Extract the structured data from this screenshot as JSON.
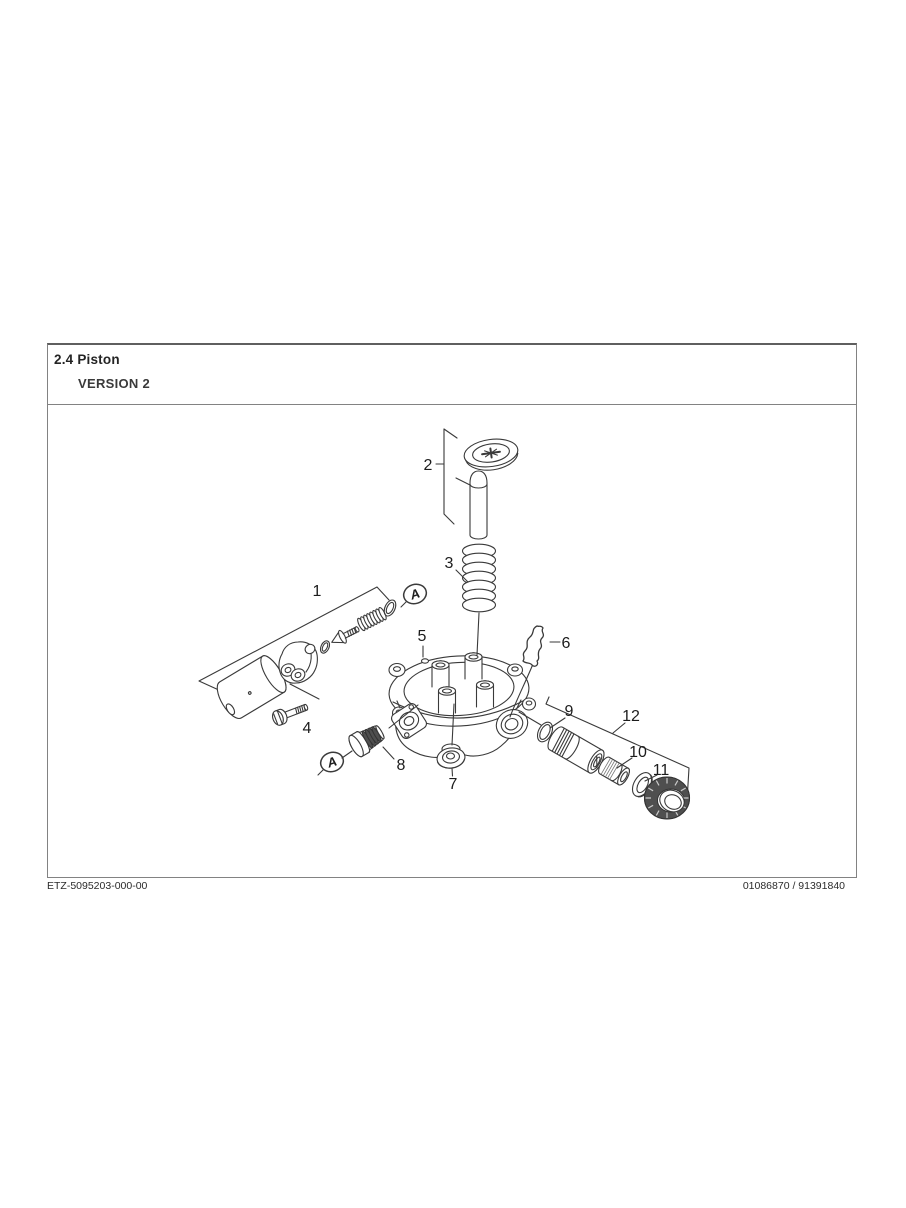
{
  "header": {
    "section_title": "2.4 Piston",
    "version_label": "VERSION 2"
  },
  "footer": {
    "left": "ETZ-5095203-000-00",
    "right": "01086870 / 91391840"
  },
  "diagram": {
    "callouts": [
      {
        "label": "1"
      },
      {
        "label": "2"
      },
      {
        "label": "3"
      },
      {
        "label": "4"
      },
      {
        "label": "5"
      },
      {
        "label": "6"
      },
      {
        "label": "7"
      },
      {
        "label": "8"
      },
      {
        "label": "9"
      },
      {
        "label": "10"
      },
      {
        "label": "11"
      },
      {
        "label": "12"
      }
    ],
    "markers": [
      {
        "label": "A"
      },
      {
        "label": "A"
      }
    ],
    "colors": {
      "line": "#3a3a3a",
      "dark_fill": "#4f4f4f",
      "background": "#ffffff",
      "border": "#828282"
    }
  }
}
